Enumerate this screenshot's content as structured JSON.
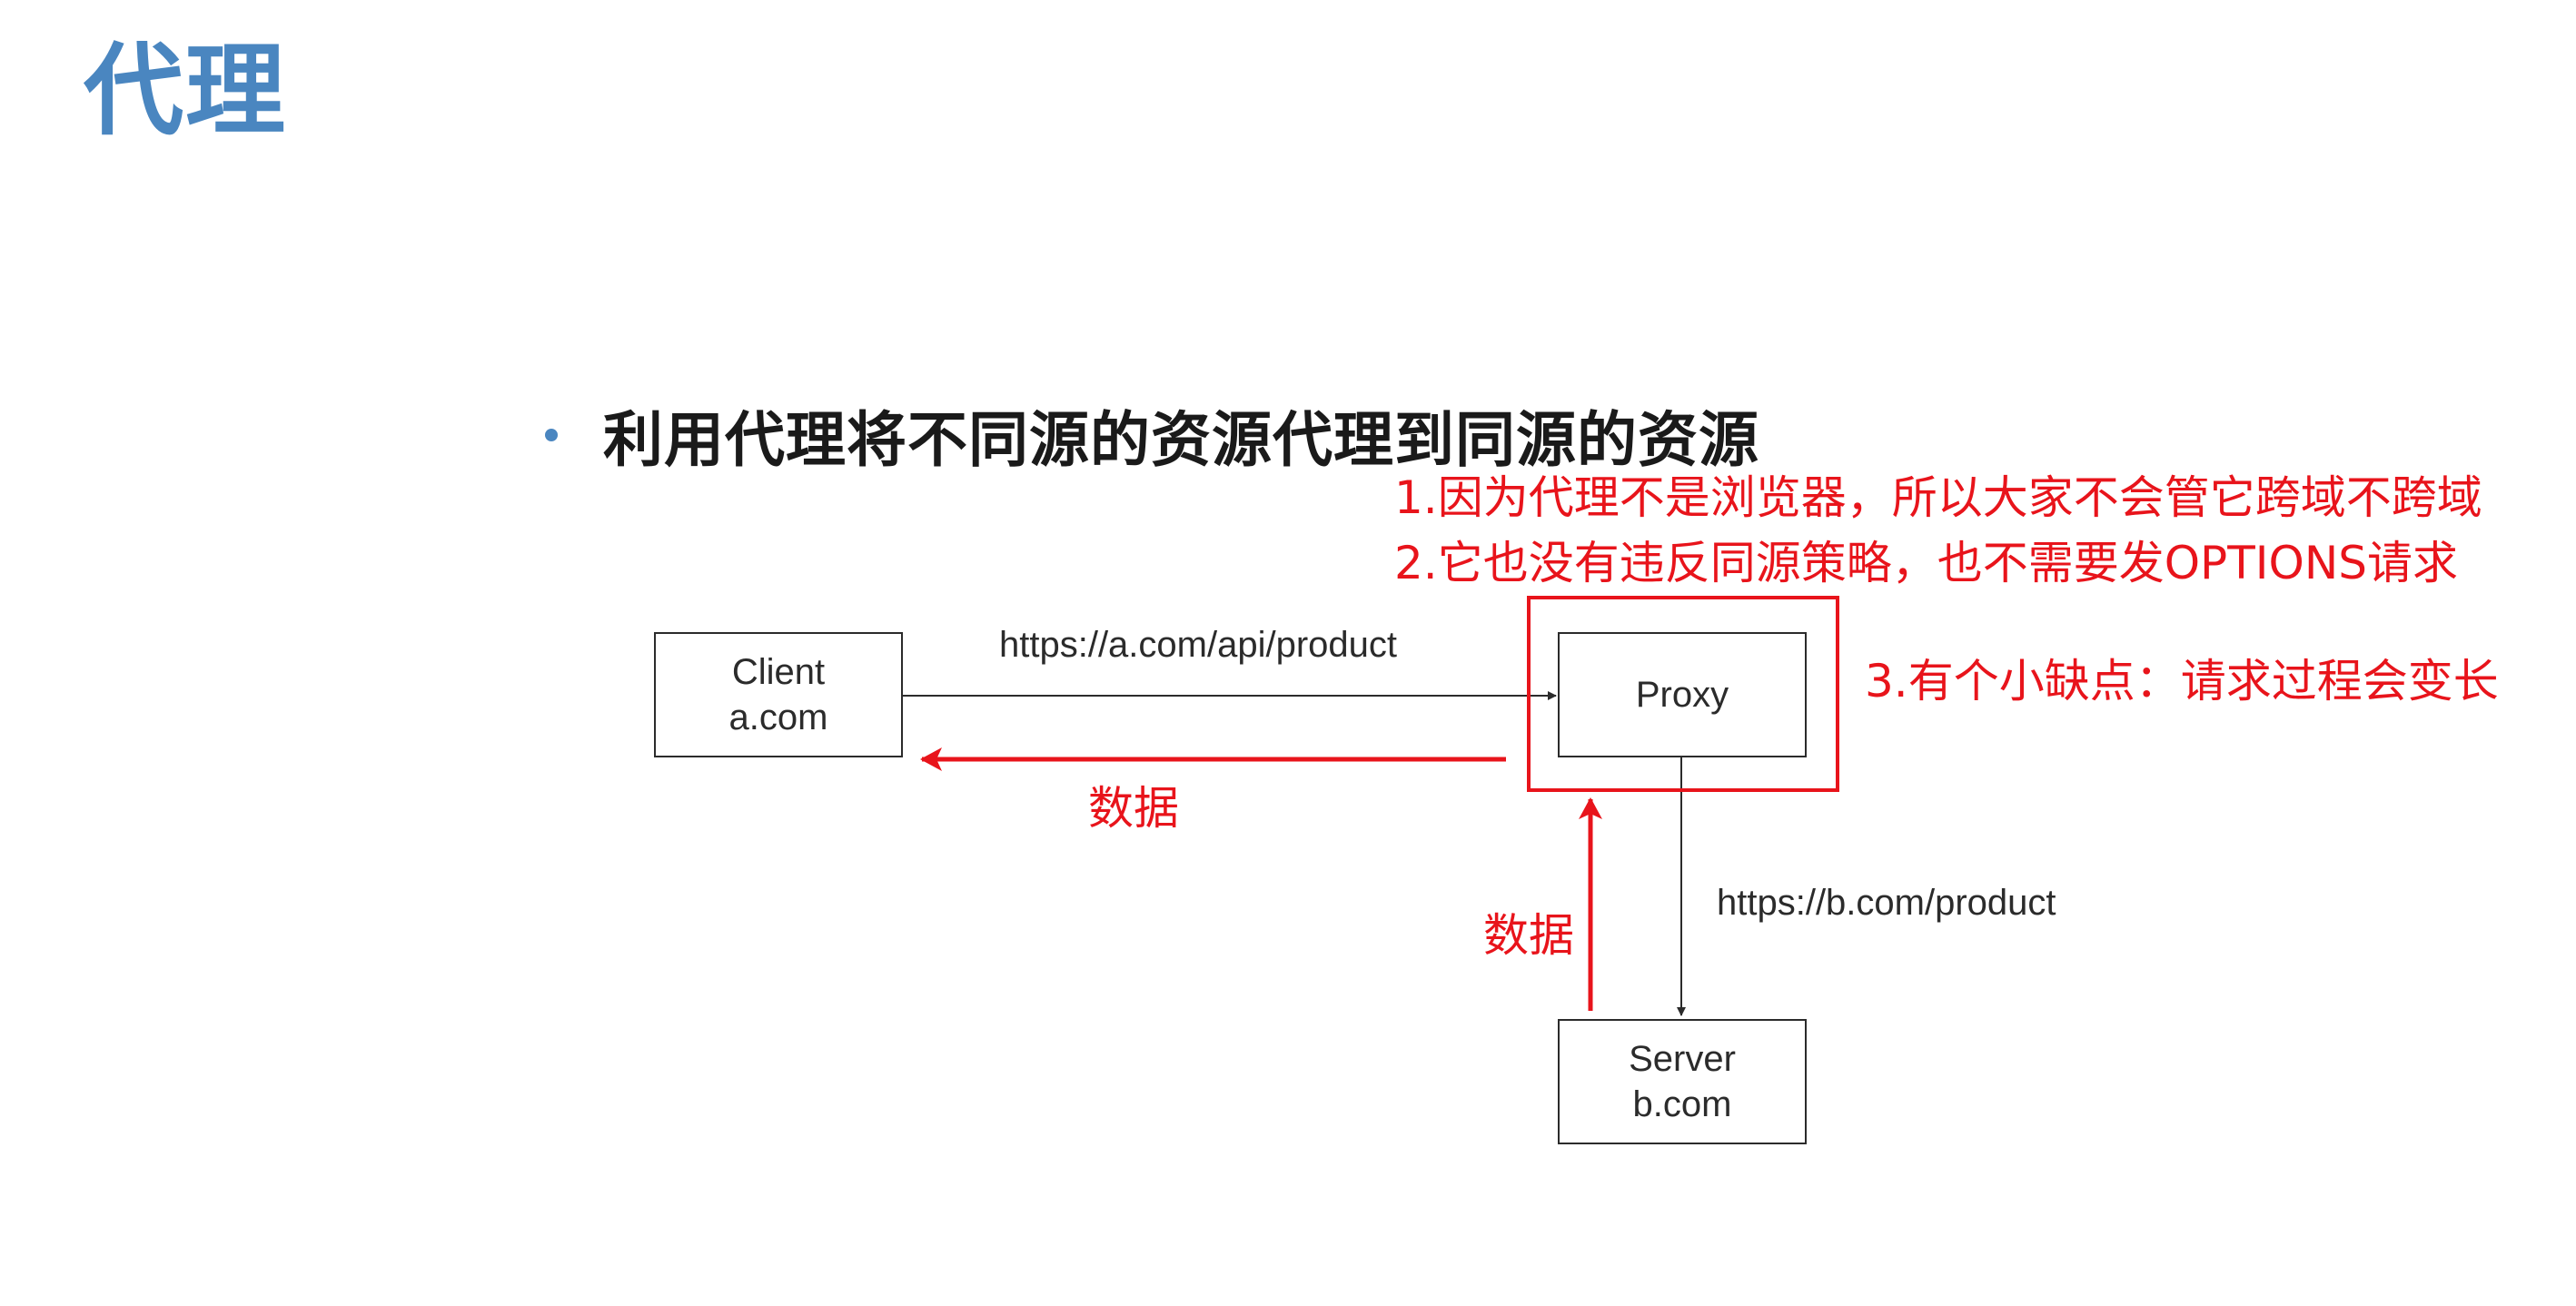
{
  "slide": {
    "title": "代理",
    "bullet": "利用代理将不同源的资源代理到同源的资源"
  },
  "notes": {
    "note1": "1.因为代理不是浏览器，所以大家不会管它跨域不跨域",
    "note2": "2.它也没有违反同源策略，也不需要发OPTIONS请求",
    "note3": "3.有个小缺点：请求过程会变长"
  },
  "diagram": {
    "client": {
      "line1": "Client",
      "line2": "a.com"
    },
    "proxy": {
      "label": "Proxy"
    },
    "server": {
      "line1": "Server",
      "line2": "b.com"
    },
    "url_client_to_proxy": "https://a.com/api/product",
    "url_proxy_to_server": "https://b.com/product",
    "data_label_1": "数据",
    "data_label_2": "数据"
  },
  "colors": {
    "title": "#4a86c0",
    "annotation_red": "#e8141b",
    "line": "#2b2b2b"
  }
}
